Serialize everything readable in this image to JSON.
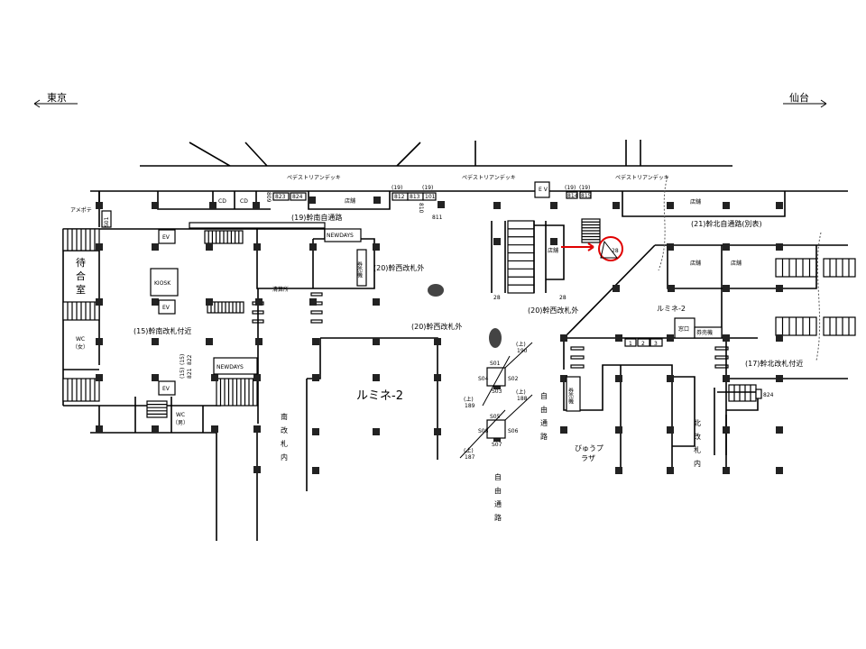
{
  "directions": {
    "left": "東京",
    "right": "仙台"
  },
  "deck_labels": [
    "ペデストリアンデッキ",
    "ペデストリアンデッキ",
    "ペデストリアンデッキ"
  ],
  "areas": {
    "south_passage": "(19)幹南自通路",
    "west_outside_1": "(20)幹西改札外",
    "west_outside_2": "(20)幹西改札外",
    "west_outside_3": "(20)幹西改札外",
    "north_passage": "(21)幹北自通路(別表)",
    "south_gate": "(15)幹南改札付近",
    "north_gate": "(17)幹北改札付近",
    "lumine_left": "ルミネ-2",
    "lumine_right": "ルミネ-2",
    "south_inside": [
      "南",
      "改",
      "札",
      "内"
    ],
    "north_inside": [
      "北",
      "改",
      "札",
      "内"
    ],
    "free_passage_1": [
      "自",
      "由",
      "通",
      "路"
    ],
    "free_passage_2": [
      "自",
      "由",
      "通",
      "路"
    ],
    "view_plaza": [
      "びゅうプ",
      "ラザ"
    ],
    "waiting_room": [
      "待",
      "合",
      "室"
    ]
  },
  "facilities": {
    "amepote": "アメポテ",
    "s01_tag": "S01",
    "cd1": "CD",
    "cd2": "CD",
    "n823": "823",
    "n824": "824",
    "shop": "店舗",
    "n812": "812",
    "n813": "813",
    "n101": "101",
    "n19a": "(19)",
    "n19b": "(19)",
    "n19c": "(19)",
    "n19d": "(19)",
    "n810": "810",
    "n809": "809",
    "n811": "811",
    "n814": "814",
    "n815": "815",
    "ev_top": "E V",
    "ev1": "EV",
    "ev2": "EV",
    "ev3": "EV",
    "kiosk": "KIOSK",
    "newdays1": "NEWDAYS",
    "newdays2": "NEWDAYS",
    "ticket1": "券売機",
    "ticket2": "券売機",
    "ticket3": "券売機",
    "seisan": "清算所",
    "wc_f": [
      "WC",
      "（女）"
    ],
    "wc_m": [
      "WC",
      "（男）"
    ],
    "n821": "821",
    "n822": "822",
    "n15a": "(15)",
    "n15b": "(15)",
    "shop_n1": "店舗",
    "shop_n2": "店舗",
    "shop_n3": "店舗",
    "shop_w": "店舗",
    "madoguchi": "窓口",
    "counters": [
      "1",
      "2",
      "3"
    ],
    "n824b": "824",
    "n28a": "28",
    "n28b": "28",
    "n28c": "28",
    "s_codes": [
      "S01",
      "S02",
      "S03",
      "S04",
      "S05",
      "S06",
      "S07",
      "S08"
    ],
    "up190": [
      "(上)",
      "190"
    ],
    "up189": [
      "(上)",
      "189"
    ],
    "up188": [
      "(上)",
      "188"
    ],
    "up187": [
      "(上)",
      "187"
    ]
  },
  "highlight_color": "#e00000"
}
